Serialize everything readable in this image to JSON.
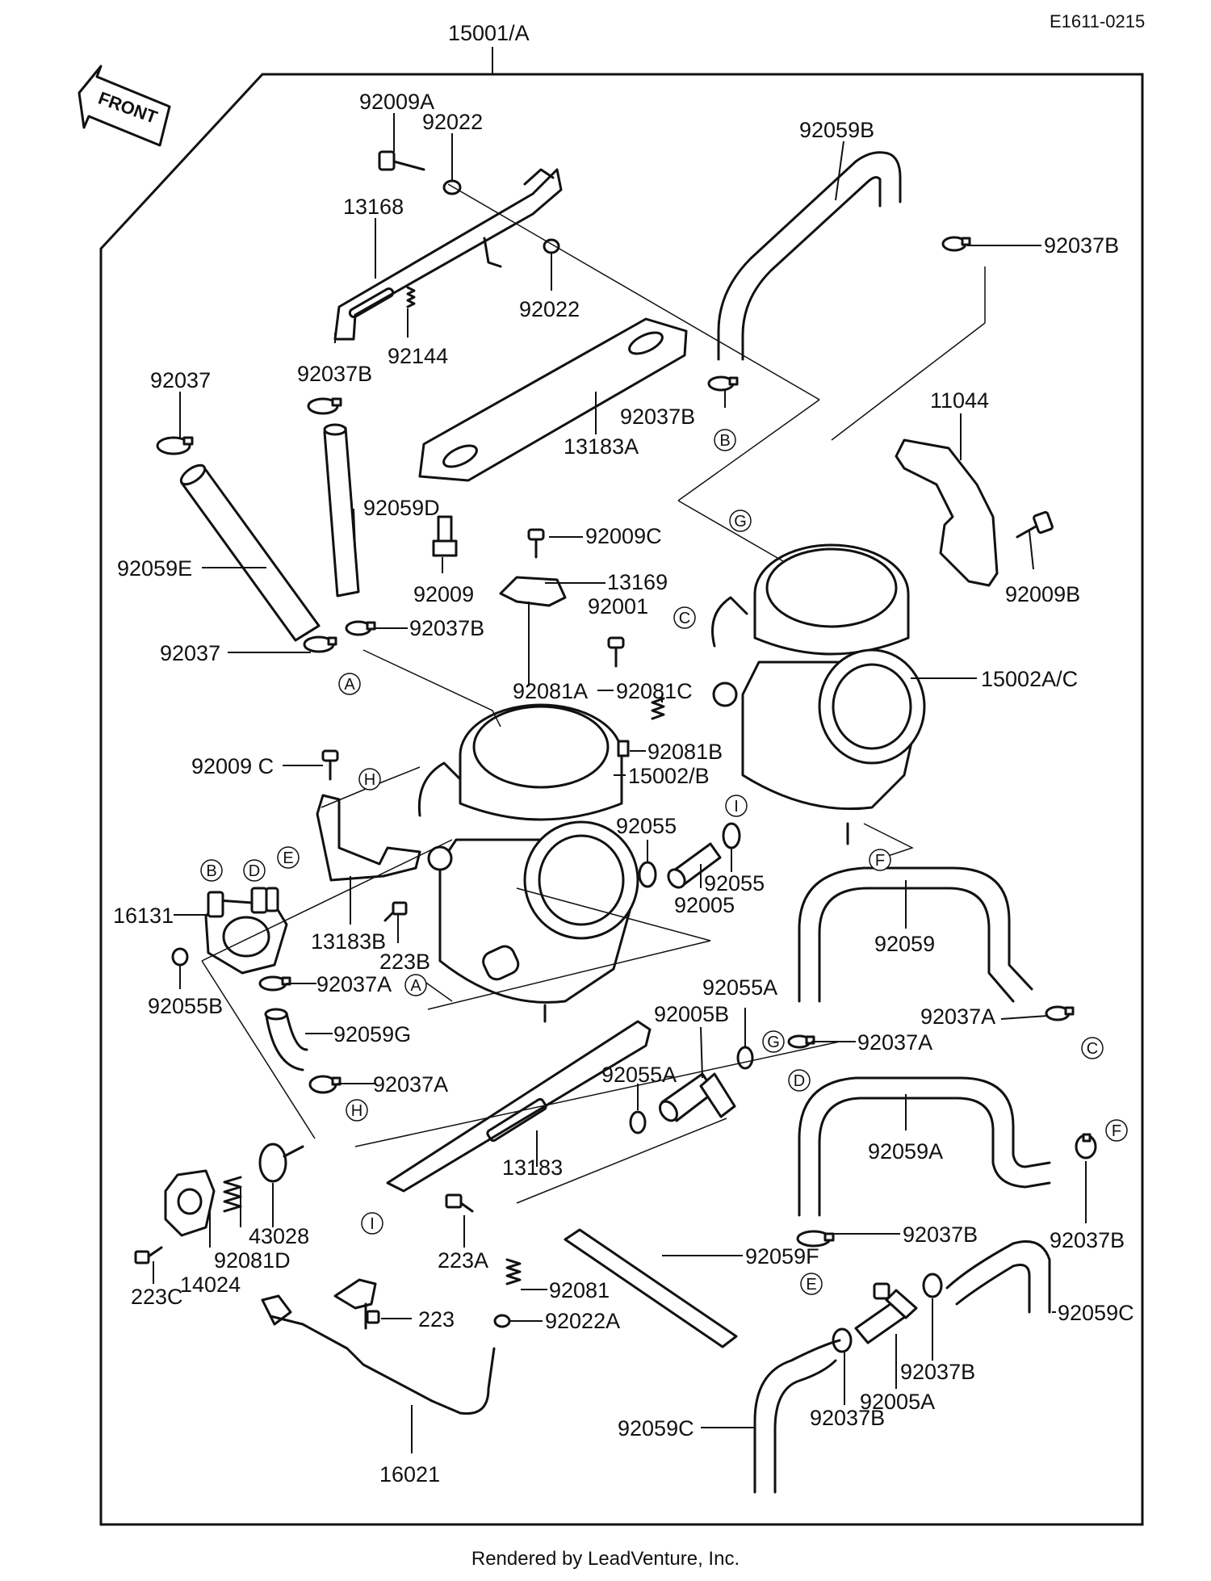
{
  "diagram_id": "E1611-0215",
  "assembly_label": "15001/A",
  "front_label": "FRONT",
  "footer": "Rendered by LeadVenture, Inc.",
  "parts": [
    {
      "id": "p-92009A",
      "label": "92009A"
    },
    {
      "id": "p-92022-top",
      "label": "92022"
    },
    {
      "id": "p-92059B",
      "label": "92059B"
    },
    {
      "id": "p-92037B-tr",
      "label": "92037B"
    },
    {
      "id": "p-13168",
      "label": "13168"
    },
    {
      "id": "p-92022-mid",
      "label": "92022"
    },
    {
      "id": "p-92037-top",
      "label": "92037"
    },
    {
      "id": "p-92037B-a",
      "label": "92037B"
    },
    {
      "id": "p-92144",
      "label": "92144"
    },
    {
      "id": "p-92037B-b",
      "label": "92037B"
    },
    {
      "id": "p-13183A",
      "label": "13183A"
    },
    {
      "id": "p-11044",
      "label": "11044"
    },
    {
      "id": "p-92059D",
      "label": "92059D"
    },
    {
      "id": "p-92009C-top",
      "label": "92009C"
    },
    {
      "id": "p-92059E",
      "label": "92059E"
    },
    {
      "id": "p-13169",
      "label": "13169"
    },
    {
      "id": "p-92009",
      "label": "92009"
    },
    {
      "id": "p-92009B",
      "label": "92009B"
    },
    {
      "id": "p-92001",
      "label": "92001"
    },
    {
      "id": "p-92037B-c",
      "label": "92037B"
    },
    {
      "id": "p-92037-left",
      "label": "92037"
    },
    {
      "id": "p-15002AC",
      "label": "15002A/C"
    },
    {
      "id": "p-92081A",
      "label": "92081A"
    },
    {
      "id": "p-92081C",
      "label": "92081C"
    },
    {
      "id": "p-92081B",
      "label": "92081B"
    },
    {
      "id": "p-92009C-left",
      "label": "92009 C"
    },
    {
      "id": "p-15002B",
      "label": "15002/B"
    },
    {
      "id": "p-92055-a",
      "label": "92055"
    },
    {
      "id": "p-92055-b",
      "label": "92055"
    },
    {
      "id": "p-92005",
      "label": "92005"
    },
    {
      "id": "p-16131",
      "label": "16131"
    },
    {
      "id": "p-13183B",
      "label": "13183B"
    },
    {
      "id": "p-223B",
      "label": "223B"
    },
    {
      "id": "p-92059",
      "label": "92059"
    },
    {
      "id": "p-92037A-a",
      "label": "92037A"
    },
    {
      "id": "p-92055B",
      "label": "92055B"
    },
    {
      "id": "p-92059G",
      "label": "92059G"
    },
    {
      "id": "p-92055A-a",
      "label": "92055A"
    },
    {
      "id": "p-92005B",
      "label": "92005B"
    },
    {
      "id": "p-92037A-b",
      "label": "92037A"
    },
    {
      "id": "p-92037A-c",
      "label": "92037A"
    },
    {
      "id": "p-92055A-b",
      "label": "92055A"
    },
    {
      "id": "p-92037A-d",
      "label": "92037A"
    },
    {
      "id": "p-92059A",
      "label": "92059A"
    },
    {
      "id": "p-13183",
      "label": "13183"
    },
    {
      "id": "p-43028",
      "label": "43028"
    },
    {
      "id": "p-92081D",
      "label": "92081D"
    },
    {
      "id": "p-14024",
      "label": "14024"
    },
    {
      "id": "p-223C",
      "label": "223C"
    },
    {
      "id": "p-223A",
      "label": "223A"
    },
    {
      "id": "p-92037B-d",
      "label": "92037B"
    },
    {
      "id": "p-92037B-e",
      "label": "92037B"
    },
    {
      "id": "p-92059F",
      "label": "92059F"
    },
    {
      "id": "p-92081",
      "label": "92081"
    },
    {
      "id": "p-223",
      "label": "223"
    },
    {
      "id": "p-92022A",
      "label": "92022A"
    },
    {
      "id": "p-92059C-r",
      "label": "92059C"
    },
    {
      "id": "p-92037B-f",
      "label": "92037B"
    },
    {
      "id": "p-92005A",
      "label": "92005A"
    },
    {
      "id": "p-92059C-l",
      "label": "92059C"
    },
    {
      "id": "p-92037B-g",
      "label": "92037B"
    },
    {
      "id": "p-16021",
      "label": "16021"
    }
  ],
  "reference_markers": [
    {
      "id": "r-A1",
      "letter": "A"
    },
    {
      "id": "r-A2",
      "letter": "A"
    },
    {
      "id": "r-B1",
      "letter": "B"
    },
    {
      "id": "r-B2",
      "letter": "B"
    },
    {
      "id": "r-C1",
      "letter": "C"
    },
    {
      "id": "r-C2",
      "letter": "C"
    },
    {
      "id": "r-D1",
      "letter": "D"
    },
    {
      "id": "r-D2",
      "letter": "D"
    },
    {
      "id": "r-E1",
      "letter": "E"
    },
    {
      "id": "r-E2",
      "letter": "E"
    },
    {
      "id": "r-F1",
      "letter": "F"
    },
    {
      "id": "r-F2",
      "letter": "F"
    },
    {
      "id": "r-G1",
      "letter": "G"
    },
    {
      "id": "r-G2",
      "letter": "G"
    },
    {
      "id": "r-H1",
      "letter": "H"
    },
    {
      "id": "r-H2",
      "letter": "H"
    },
    {
      "id": "r-I1",
      "letter": "I"
    },
    {
      "id": "r-I2",
      "letter": "I"
    }
  ]
}
